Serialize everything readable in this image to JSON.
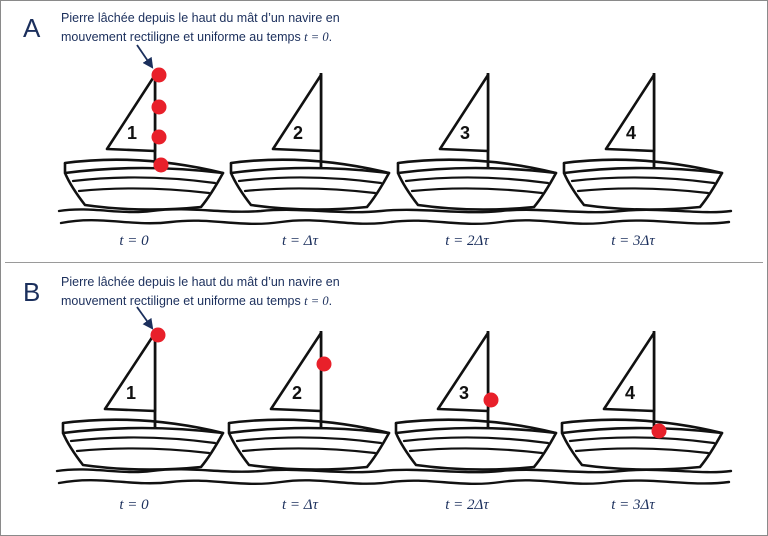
{
  "panels": [
    {
      "letter": "A",
      "caption_line1": "Pierre lâchée depuis le haut du mât d’un navire en",
      "caption_line2_text": "mouvement rectiligne et uniforme au temps ",
      "caption_line2_math": "t = 0",
      "caption_line2_end": ".",
      "boats": [
        {
          "number": "1",
          "time": "t = 0"
        },
        {
          "number": "2",
          "time": "t = Δτ"
        },
        {
          "number": "3",
          "time": "t = 2Δτ"
        },
        {
          "number": "4",
          "time": "t = 3Δτ"
        }
      ]
    },
    {
      "letter": "B",
      "caption_line1": "Pierre lâchée depuis le haut du mât d’un navire en",
      "caption_line2_text": "mouvement rectiligne et uniforme au temps ",
      "caption_line2_math": "t = 0",
      "caption_line2_end": ".",
      "boats": [
        {
          "number": "1",
          "time": "t = 0"
        },
        {
          "number": "2",
          "time": "t = Δτ"
        },
        {
          "number": "3",
          "time": "t = 2Δτ"
        },
        {
          "number": "4",
          "time": "t = 3Δτ"
        }
      ]
    }
  ],
  "colors": {
    "stone": "#e8202a",
    "text": "#1b2f5c",
    "ink": "#111111"
  }
}
